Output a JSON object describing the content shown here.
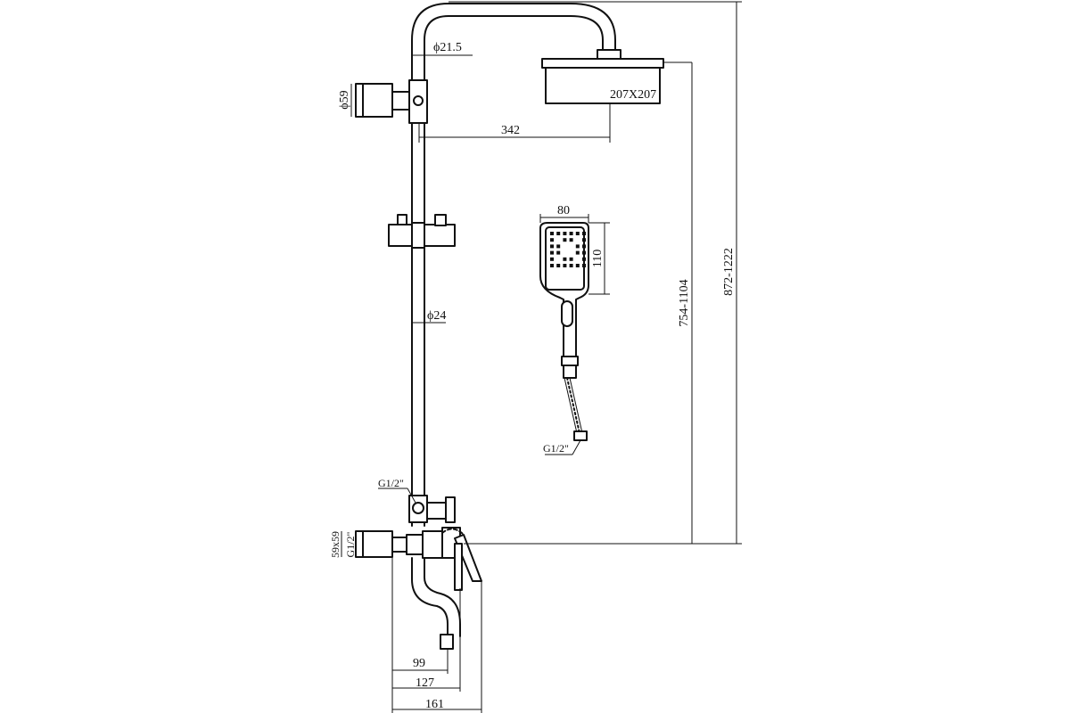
{
  "labels": {
    "top_pipe_diameter": "ϕ21.5",
    "wall_bracket_diameter": "ϕ59",
    "head_size": "207X207",
    "arm_reach": "342",
    "hand_width": "80",
    "hand_height": "110",
    "rail_diameter": "ϕ24",
    "hose_thread": "G1/2\"",
    "outlet_thread": "G1/2\"",
    "inlet_thread": "G1/2\"",
    "escutcheon_size": "59x59",
    "height_adjust": "754-1104",
    "total_height": "872-1222",
    "spout_99": "99",
    "spout_127": "127",
    "spout_161": "161"
  }
}
